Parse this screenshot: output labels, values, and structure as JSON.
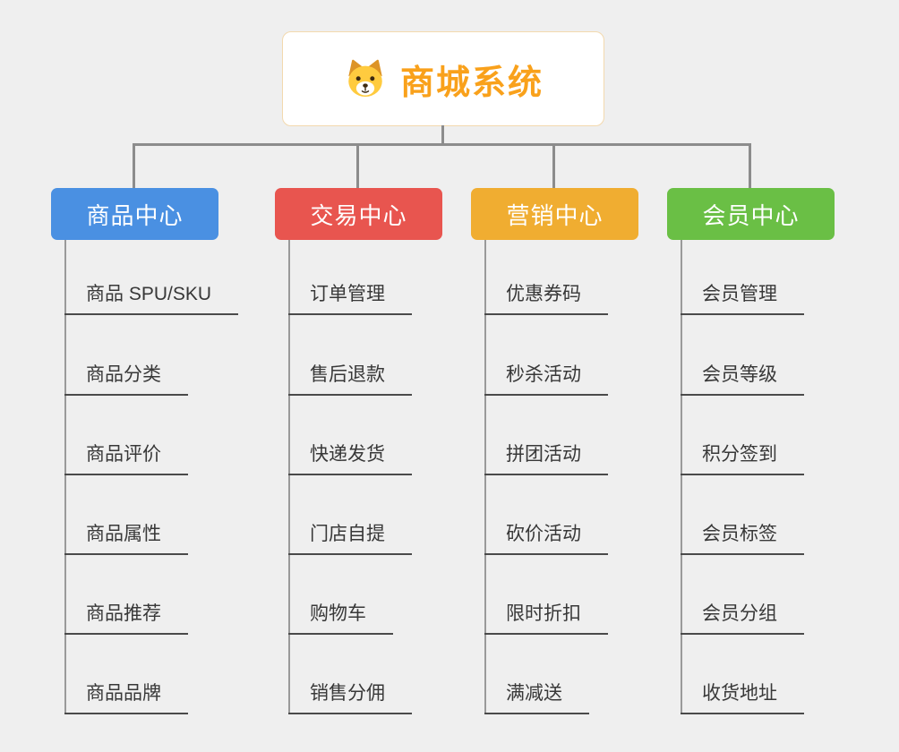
{
  "root": {
    "title": "商城系统",
    "accent_color": "#f9a11b",
    "icon": "dog-icon"
  },
  "connector_color": "#8c8c8c",
  "branches": [
    {
      "label": "商品中心",
      "color": "#4a90e2",
      "children": [
        "商品 SPU/SKU",
        "商品分类",
        "商品评价",
        "商品属性",
        "商品推荐",
        "商品品牌"
      ]
    },
    {
      "label": "交易中心",
      "color": "#e8554f",
      "children": [
        "订单管理",
        "售后退款",
        "快递发货",
        "门店自提",
        "购物车",
        "销售分佣"
      ]
    },
    {
      "label": "营销中心",
      "color": "#f0ad31",
      "children": [
        "优惠券码",
        "秒杀活动",
        "拼团活动",
        "砍价活动",
        "限时折扣",
        "满减送"
      ]
    },
    {
      "label": "会员中心",
      "color": "#6abf45",
      "children": [
        "会员管理",
        "会员等级",
        "积分签到",
        "会员标签",
        "会员分组",
        "收货地址"
      ]
    }
  ]
}
